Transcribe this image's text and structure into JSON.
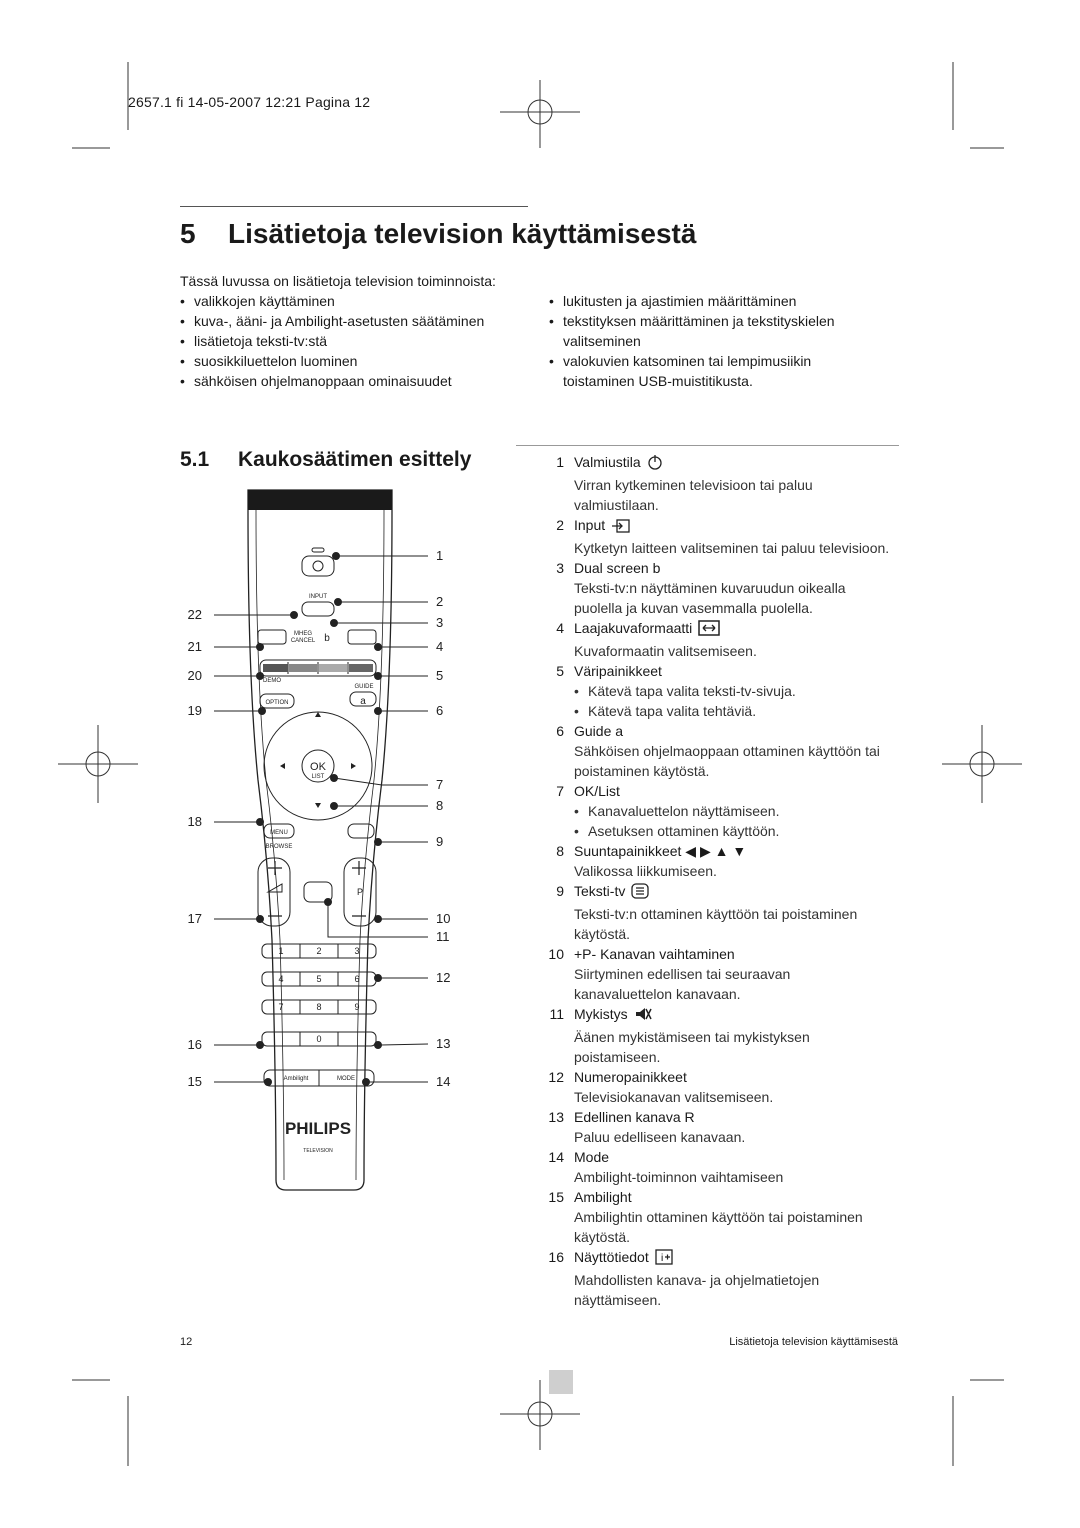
{
  "header": {
    "text": "2657.1 fi  14-05-2007  12:21  Pagina 12"
  },
  "chapter": {
    "number": "5",
    "title": "Lisätietoja television käyttämisestä"
  },
  "intro": "Tässä luvussa on lisätietoja television toiminnoista:",
  "bullets_left": [
    "valikkojen käyttäminen",
    "kuva-, ääni- ja Ambilight-asetusten säätäminen",
    "lisätietoja teksti-tv:stä",
    "suosikkiluettelon luominen",
    "sähköisen ohjelmanoppaan ominaisuudet"
  ],
  "bullets_right": [
    "lukitusten ja ajastimien määrittäminen",
    "tekstityksen määrittäminen ja tekstityskielen valitseminen",
    "valokuvien katsominen tai lempimusiikin toistaminen USB-muistitikusta."
  ],
  "section": {
    "number": "5.1",
    "title": "Kaukosäätimen esittely"
  },
  "items": [
    {
      "num": "1",
      "name": "Valmiustila",
      "icon": "power-icon",
      "desc": "Virran kytkeminen televisioon tai paluu valmiustilaan."
    },
    {
      "num": "2",
      "name": "Input",
      "icon": "input-icon",
      "desc": "Kytketyn laitteen valitseminen tai paluu televisioon."
    },
    {
      "num": "3",
      "name": "Dual screen b",
      "desc": "Teksti-tv:n näyttäminen kuvaruudun oikealla puolella ja kuvan vasemmalla puolella."
    },
    {
      "num": "4",
      "name": "Laajakuvaformaatti",
      "icon": "format-icon",
      "desc": "Kuvaformaatin valitsemiseen."
    },
    {
      "num": "5",
      "name": "Väripainikkeet",
      "subs": [
        "Kätevä tapa valita teksti-tv-sivuja.",
        "Kätevä tapa valita tehtäviä."
      ]
    },
    {
      "num": "6",
      "name": "Guide a",
      "desc": "Sähköisen ohjelmaoppaan ottaminen käyttöön tai poistaminen käytöstä."
    },
    {
      "num": "7",
      "name": "OK/List",
      "subs": [
        "Kanavaluettelon näyttämiseen.",
        "Asetuksen ottaminen käyttöön."
      ]
    },
    {
      "num": "8",
      "name": "Suuntapainikkeet ◀ ▶ ▲ ▼",
      "desc": "Valikossa liikkumiseen."
    },
    {
      "num": "9",
      "name": "Teksti-tv",
      "icon": "teletext-icon",
      "desc": "Teksti-tv:n ottaminen käyttöön tai poistaminen käytöstä."
    },
    {
      "num": "10",
      "name": "+P-  Kanavan vaihtaminen",
      "desc": "Siirtyminen edellisen tai seuraavan kanavaluettelon kanavaan."
    },
    {
      "num": "11",
      "name": "Mykistys",
      "icon": "mute-icon",
      "desc": "Äänen mykistämiseen tai mykistyksen poistamiseen."
    },
    {
      "num": "12",
      "name": "Numeropainikkeet",
      "desc": "Televisiokanavan valitsemiseen."
    },
    {
      "num": "13",
      "name": "Edellinen kanava R",
      "desc": "Paluu edelliseen kanavaan."
    },
    {
      "num": "14",
      "name": "Mode",
      "desc": "Ambilight-toiminnon vaihtamiseen"
    },
    {
      "num": "15",
      "name": "Ambilight",
      "desc": "Ambilightin ottaminen käyttöön tai poistaminen käytöstä."
    },
    {
      "num": "16",
      "name": "Näyttötiedot",
      "icon": "info-icon",
      "desc": "Mahdollisten kanava- ja ohjelmatietojen näyttämiseen."
    }
  ],
  "remote": {
    "labels": {
      "input": "INPUT",
      "mheg": "MHEG",
      "cancel": "CANCEL",
      "b": "b",
      "demo": "DEMO",
      "guide": "GUIDE",
      "option": "OPTION",
      "a": "a",
      "ok": "OK",
      "list": "LIST",
      "menu": "MENU",
      "browse": "BROWSE",
      "p": "P",
      "ambilight": "Ambilight",
      "mode": "MODE",
      "brand": "PHILIPS",
      "brand_sub": "TELEVISION"
    },
    "digits": [
      "1",
      "2",
      "3",
      "4",
      "5",
      "6",
      "7",
      "8",
      "9",
      "0"
    ],
    "callouts_left": [
      "22",
      "21",
      "20",
      "19",
      "18",
      "17",
      "16",
      "15"
    ],
    "callouts_right": [
      "1",
      "2",
      "3",
      "4",
      "5",
      "6",
      "7",
      "8",
      "9",
      "10",
      "11",
      "12",
      "13",
      "14"
    ]
  },
  "footer": {
    "page": "12",
    "chapter": "Lisätietoja television käyttämisestä"
  }
}
